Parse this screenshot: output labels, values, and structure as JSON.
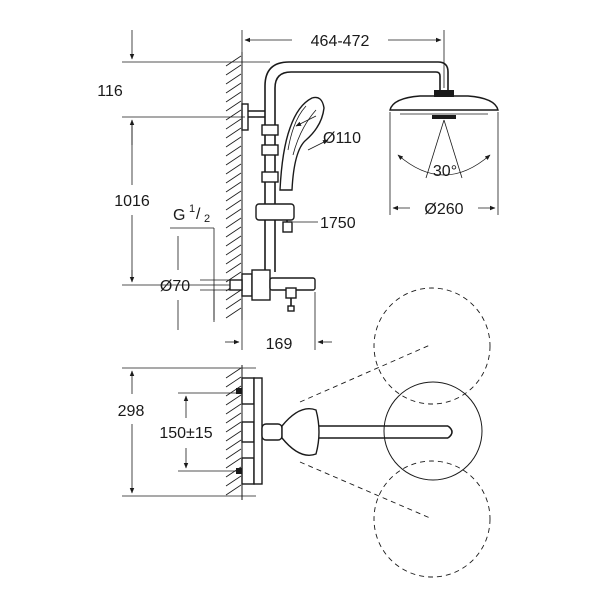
{
  "dimensions": {
    "width_total": "464-472",
    "arm_height": "116",
    "rail_height": "1016",
    "thread_main": "G",
    "thread_num": "1",
    "thread_den": "2",
    "rosette_diameter": "Ø70",
    "hand_shower_diameter": "Ø110",
    "overhead_height": "1750",
    "overhead_diameter": "Ø260",
    "spray_angle": "30°",
    "mixer_projection": "169",
    "wall_projection": "298",
    "connection_spacing": "150±15"
  }
}
